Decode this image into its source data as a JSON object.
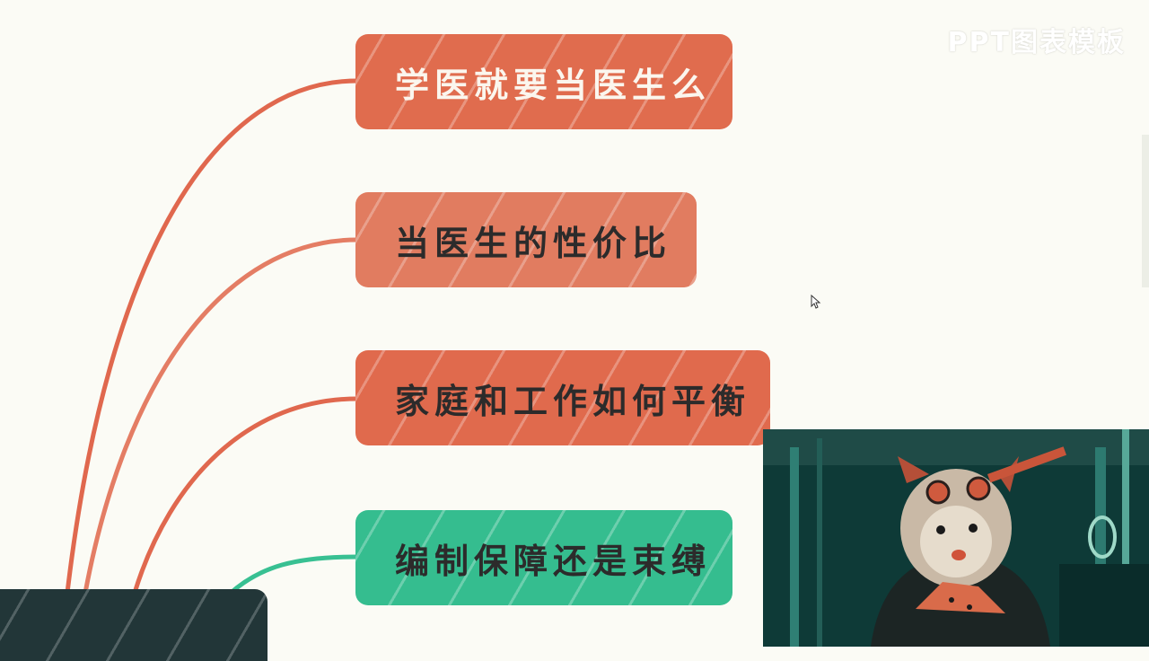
{
  "mindmap": {
    "branches": [
      {
        "label": "学医就要当医生么",
        "color": "#e06c4e",
        "line_color": "#e0684e"
      },
      {
        "label": "当医生的性价比",
        "color": "#e17c60",
        "line_color": "#e47d64"
      },
      {
        "label": "家庭和工作如何平衡",
        "color": "#e06a4d",
        "line_color": "#e0684e"
      },
      {
        "label": "编制保障还是束缚",
        "color": "#35bd8f",
        "line_color": "#38c092"
      }
    ],
    "root_color": "#223638"
  },
  "watermark": {
    "text": "PPT图表模板"
  },
  "webcam": {
    "subject": "red-panda-avatar"
  },
  "icons": {
    "cursor": "mouse-pointer-icon"
  }
}
